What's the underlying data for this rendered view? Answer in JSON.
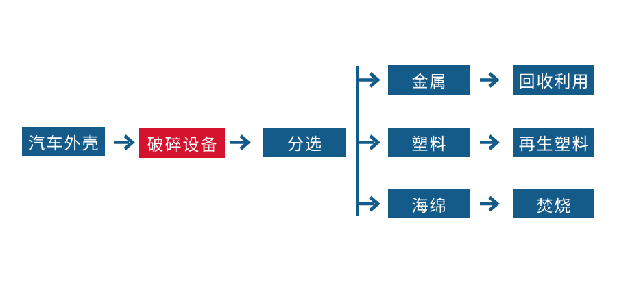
{
  "colors": {
    "node_blue": "#155B8A",
    "node_red": "#D4142F",
    "node_text": "#FFFFFF",
    "background": "#FFFFFF",
    "connector": "#155B8A"
  },
  "flow": {
    "main": [
      {
        "label": "汽车外壳",
        "style": "blue"
      },
      {
        "label": "破碎设备",
        "style": "red"
      },
      {
        "label": "分选",
        "style": "blue"
      }
    ],
    "branches": [
      {
        "category": "金属",
        "outcome": "回收利用"
      },
      {
        "category": "塑料",
        "outcome": "再生塑料"
      },
      {
        "category": "海绵",
        "outcome": "焚烧"
      }
    ]
  }
}
